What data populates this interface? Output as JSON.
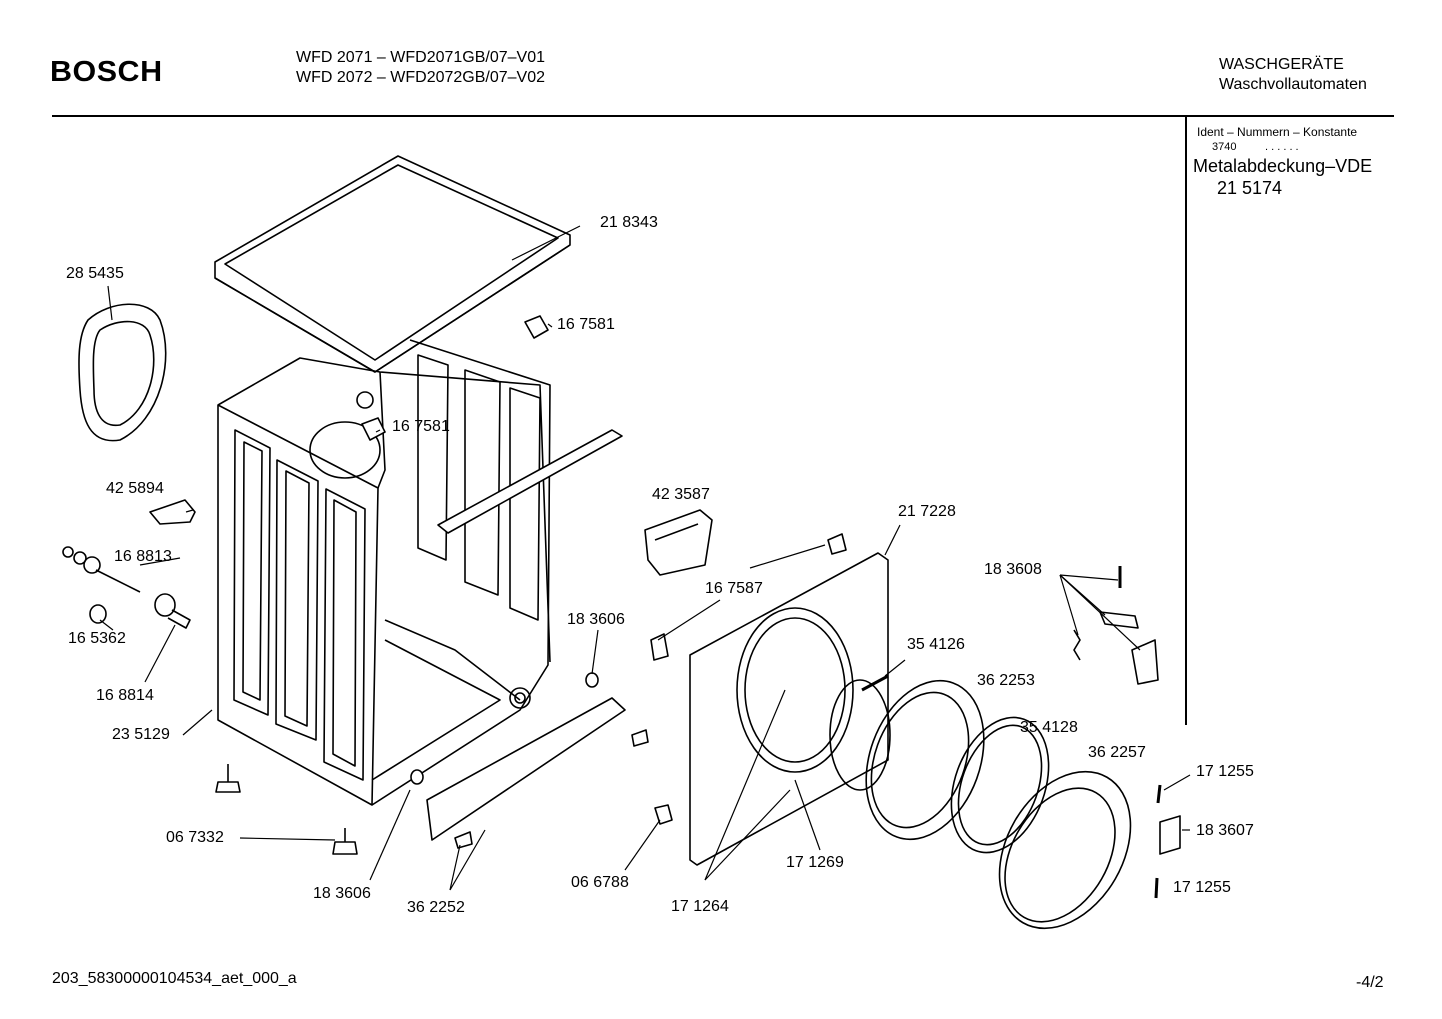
{
  "header": {
    "brand": "BOSCH",
    "model_line_1": "WFD 2071 – WFD2071GB/07–V01",
    "model_line_2": "WFD 2072 – WFD2072GB/07–V02",
    "category_line_1": "WASCHGERÄTE",
    "category_line_2": "Waschvollautomaten"
  },
  "sidebar": {
    "heading": "Ident – Nummern – Konstante",
    "code": "3740",
    "code_dots": ". . . . . .",
    "description": "Metalabdeckung–VDE",
    "part_number": "21 5174"
  },
  "parts": {
    "p218343": "21 8343",
    "p285435": "28 5435",
    "p167581a": "16 7581",
    "p167581b": "16 7581",
    "p425894": "42 5894",
    "p168813": "16 8813",
    "p165362": "16 5362",
    "p168814": "16 8814",
    "p235129": "23 5129",
    "p067332": "06 7332",
    "p183606a": "18 3606",
    "p183606b": "18 3606",
    "p362252": "36 2252",
    "p423587": "42 3587",
    "p167587": "16 7587",
    "p217228": "21 7228",
    "p066788": "06 6788",
    "p171264": "17 1264",
    "p171269": "17 1269",
    "p354126": "35 4126",
    "p362253": "36 2253",
    "p354128": "35 4128",
    "p362257": "36 2257",
    "p183608": "18 3608",
    "p171255a": "17 1255",
    "p183607": "18 3607",
    "p171255b": "17 1255"
  },
  "footer": {
    "doc_id": "203_58300000104534_aet_000_a",
    "page": "-4/2"
  }
}
